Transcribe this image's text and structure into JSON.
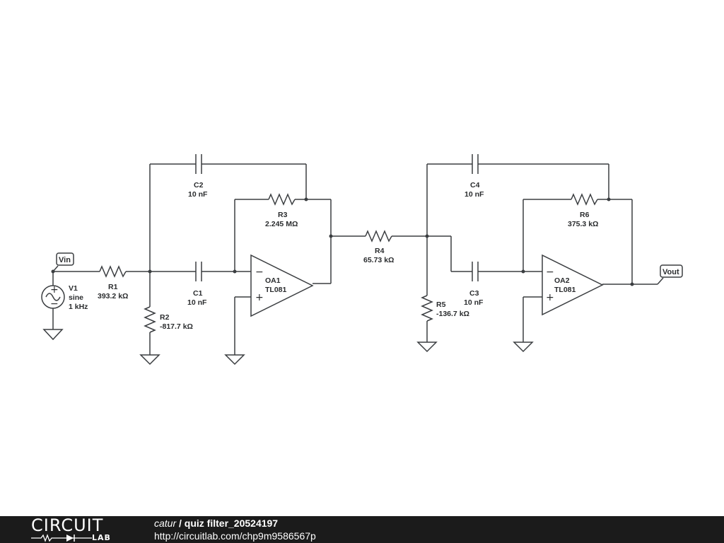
{
  "components": {
    "v1": {
      "name": "V1",
      "type": "sine",
      "freq": "1 kHz"
    },
    "r1": {
      "name": "R1",
      "value": "393.2 kΩ"
    },
    "r2": {
      "name": "R2",
      "value": "-817.7 kΩ"
    },
    "c1": {
      "name": "C1",
      "value": "10 nF"
    },
    "c2": {
      "name": "C2",
      "value": "10 nF"
    },
    "r3": {
      "name": "R3",
      "value": "2.245 MΩ"
    },
    "oa1": {
      "name": "OA1",
      "model": "TL081"
    },
    "r4": {
      "name": "R4",
      "value": "65.73 kΩ"
    },
    "r5": {
      "name": "R5",
      "value": "-136.7 kΩ"
    },
    "c3": {
      "name": "C3",
      "value": "10 nF"
    },
    "c4": {
      "name": "C4",
      "value": "10 nF"
    },
    "r6": {
      "name": "R6",
      "value": "375.3 kΩ"
    },
    "oa2": {
      "name": "OA2",
      "model": "TL081"
    }
  },
  "net_labels": {
    "vin": "Vin",
    "vout": "Vout"
  },
  "opamp_pins": {
    "minus": "−",
    "plus": "+"
  },
  "source_pins": {
    "plus": "+",
    "minus": "−"
  },
  "footer": {
    "brand_top": "CIRCUIT",
    "brand_bottom": "LAB",
    "user": "catur",
    "separator": " / ",
    "title": "quiz filter_20524197",
    "url": "http://circuitlab.com/chp9m9586567p"
  },
  "colors": {
    "wire": "#3b3e41",
    "footer_bg": "#1b1b1b",
    "footer_text": "#ffffff"
  }
}
